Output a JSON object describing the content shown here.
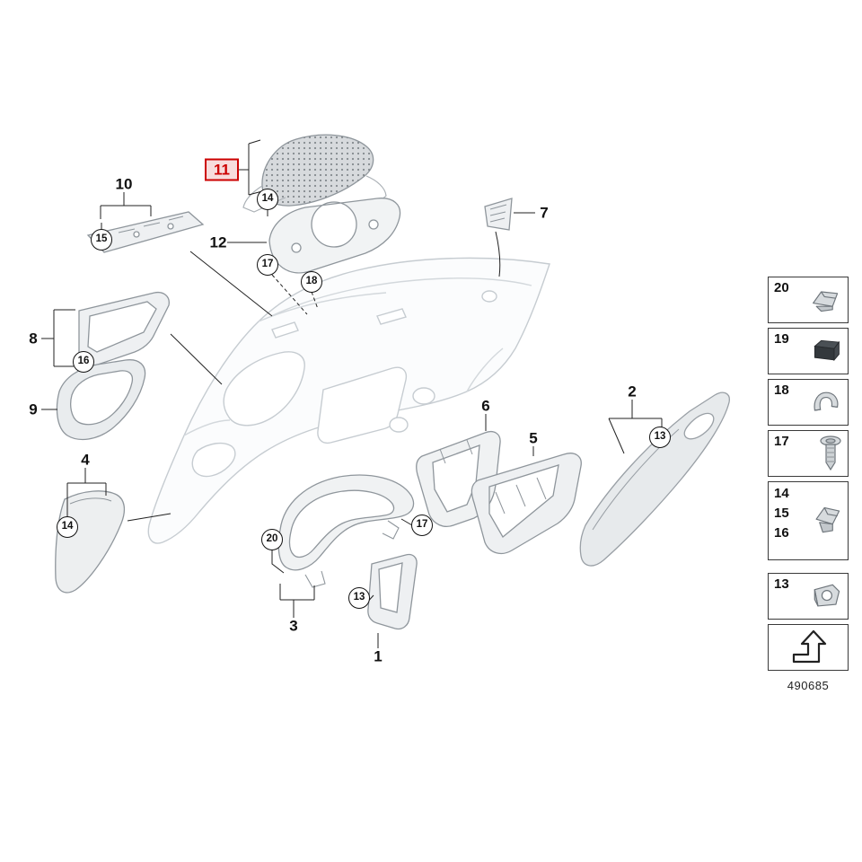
{
  "diagram": {
    "callouts": {
      "n1": "1",
      "n2": "2",
      "n3": "3",
      "n4": "4",
      "n5": "5",
      "n6": "6",
      "n7": "7",
      "n8": "8",
      "n9": "9",
      "n10": "10",
      "n11": "11",
      "n12": "12"
    },
    "circles": {
      "c13": "13",
      "c14": "14",
      "c15": "15",
      "c16": "16",
      "c17": "17",
      "c18": "18",
      "c20": "20"
    },
    "highlight": {
      "label": "11",
      "color": "#cc0000"
    }
  },
  "legend": {
    "boxes": [
      {
        "label": "20",
        "icon": "clip-icon"
      },
      {
        "label": "19",
        "icon": "damper-pad-icon"
      },
      {
        "label": "18",
        "icon": "speed-nut-clip-icon"
      },
      {
        "label": "17",
        "icon": "screw-icon"
      },
      {
        "labels": [
          "14",
          "15",
          "16"
        ],
        "icon": "expanding-clip-icon"
      },
      {
        "label": "13",
        "icon": "grommet-clip-icon"
      },
      {
        "label": "",
        "icon": "continuation-arrow-icon"
      }
    ],
    "part_number": "490685"
  }
}
